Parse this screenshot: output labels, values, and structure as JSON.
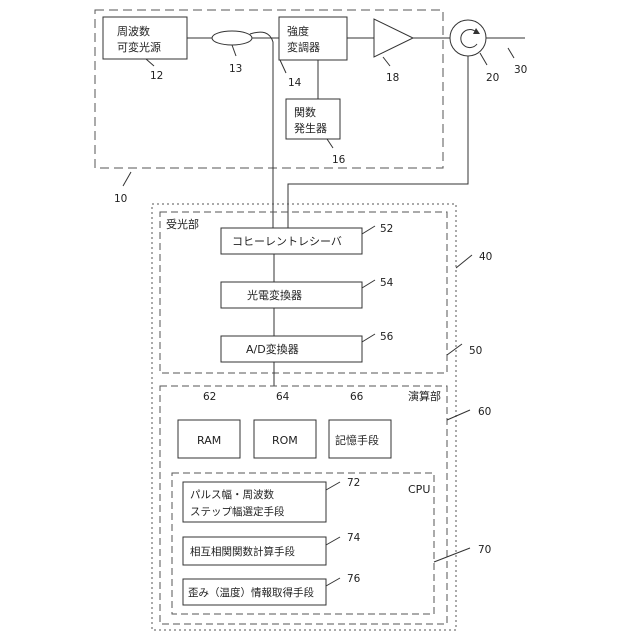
{
  "components": {
    "source": {
      "line1": "周波数",
      "line2": "可変光源",
      "ref": "12"
    },
    "coupler": {
      "ref": "13"
    },
    "modulator": {
      "line1": "強度",
      "line2": "変調器",
      "ref": "14"
    },
    "function_gen": {
      "line1": "関数",
      "line2": "発生器",
      "ref": "16"
    },
    "amplifier": {
      "ref": "18"
    },
    "circulator": {
      "ref": "20"
    },
    "fiber": {
      "ref": "30"
    },
    "transmitter_group": {
      "ref": "10"
    }
  },
  "receiver": {
    "title": "受光部",
    "coherent_receiver": {
      "label": "コヒーレントレシーバ",
      "ref": "52"
    },
    "photoelectric": {
      "label": "光電変換器",
      "ref": "54"
    },
    "ad_converter": {
      "label": "A/D変換器",
      "ref": "56"
    },
    "outer_ref": "40",
    "ref": "50"
  },
  "compute": {
    "title": "演算部",
    "ref": "60",
    "ram": {
      "label": "RAM",
      "ref": "62"
    },
    "rom": {
      "label": "ROM",
      "ref": "64"
    },
    "storage": {
      "label": "記憶手段",
      "ref": "66"
    },
    "cpu": {
      "title": "CPU",
      "ref": "70",
      "step_setting": {
        "line1": "パルス幅・周波数",
        "line2": "ステップ幅選定手段",
        "ref": "72"
      },
      "correlation": {
        "label": "相互相関関数計算手段",
        "ref": "74"
      },
      "strain": {
        "label": "歪み（温度）情報取得手段",
        "ref": "76"
      }
    }
  }
}
